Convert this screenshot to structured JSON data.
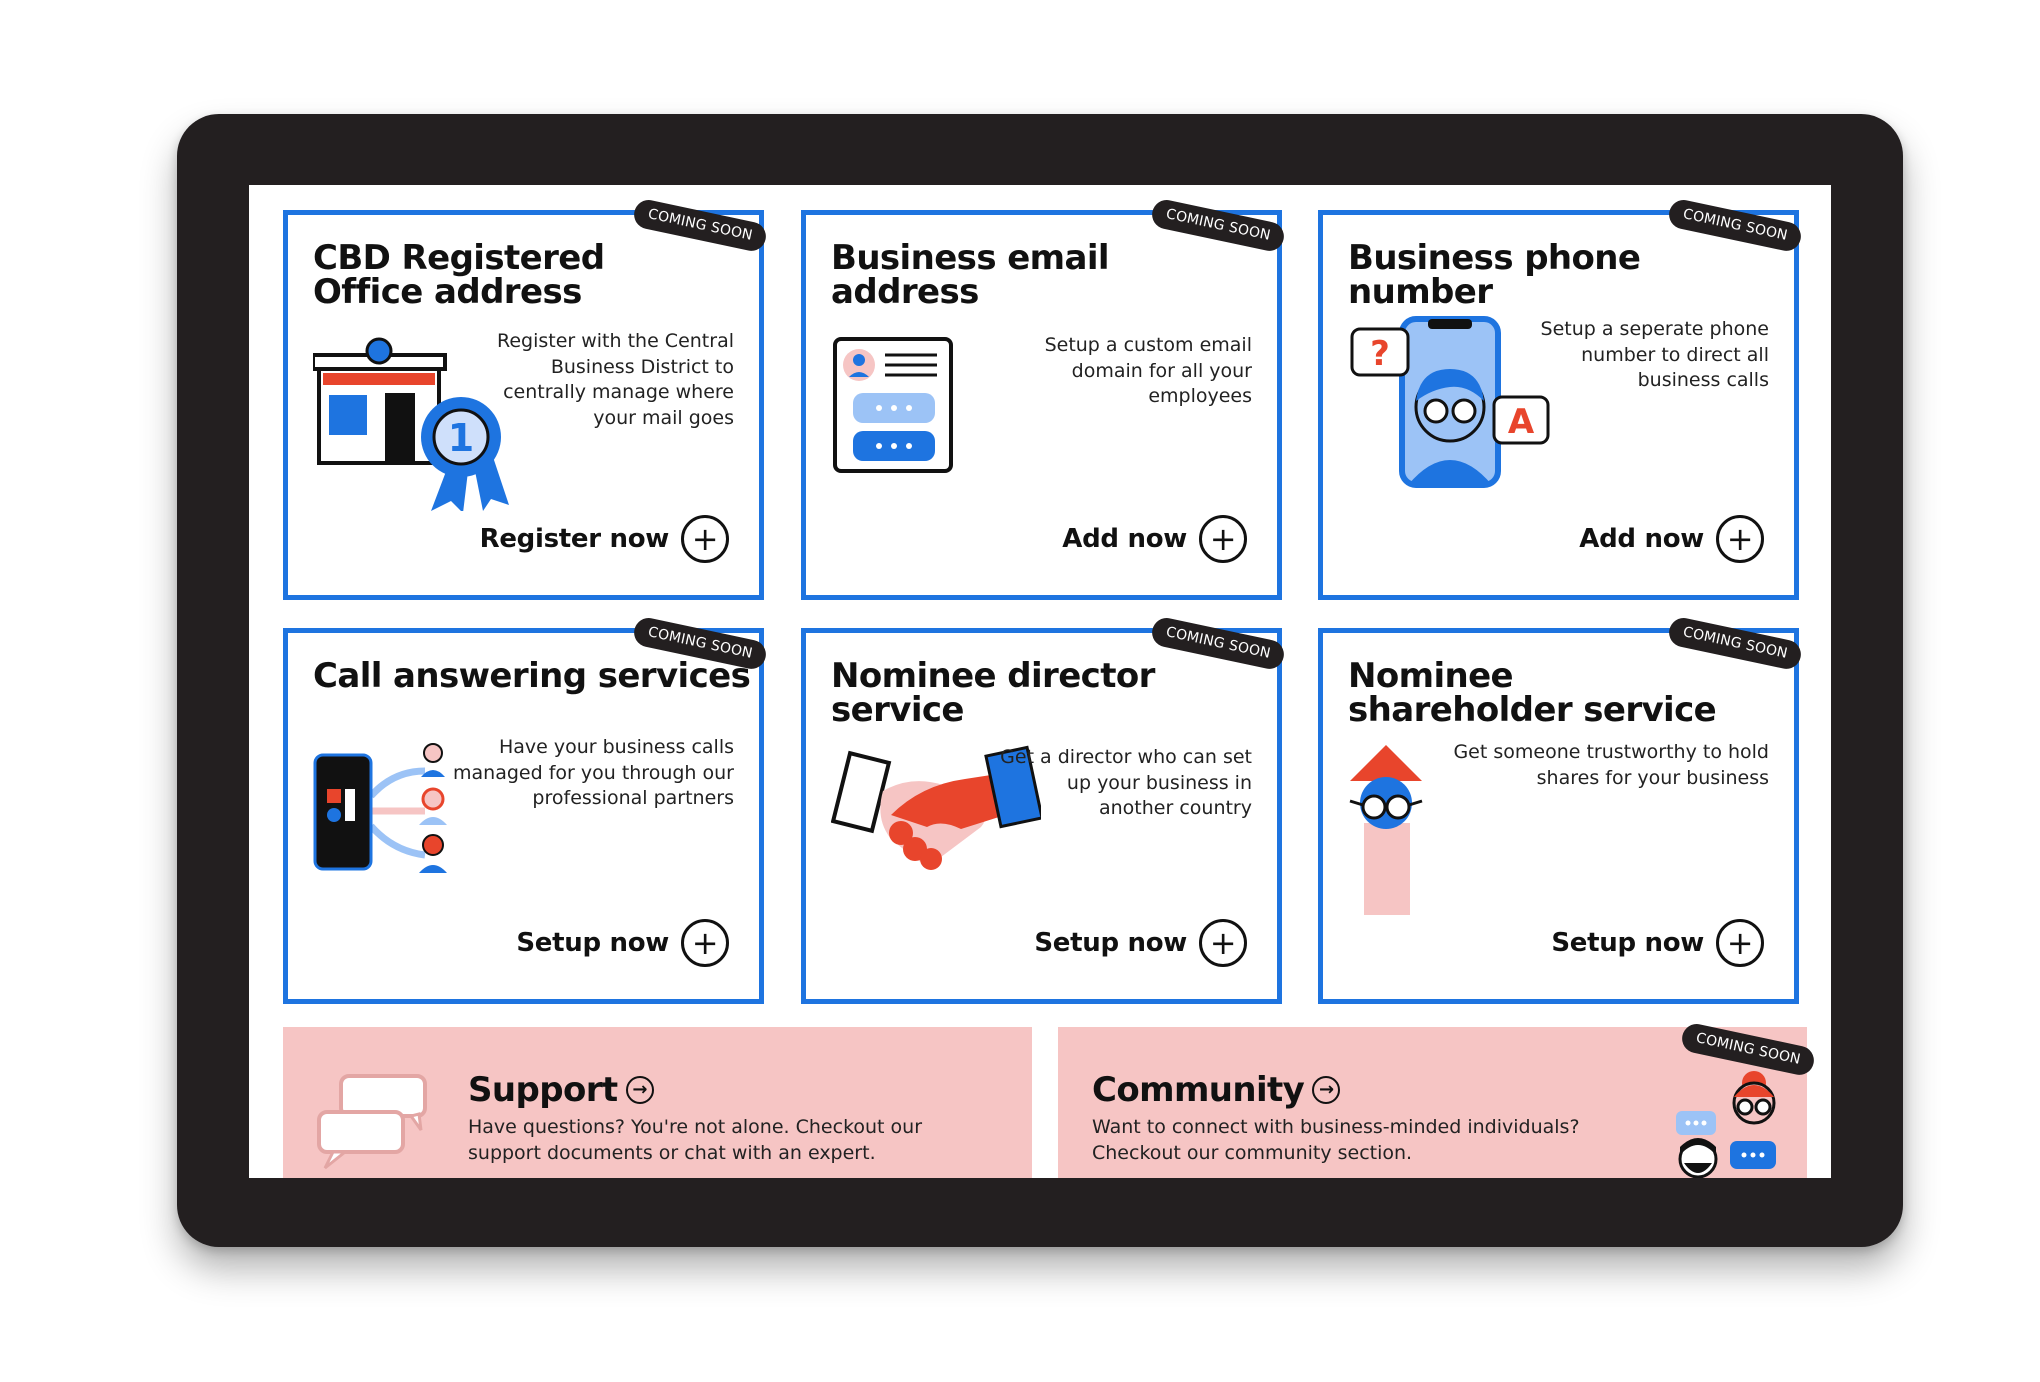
{
  "badge_label": "COMING SOON",
  "colors": {
    "blue": "#1e74e0",
    "red": "#e8452c",
    "pink": "#f6c5c4",
    "frame": "#231f20"
  },
  "cards": [
    {
      "title": "CBD Registered Office address",
      "description": "Register with the Central Business District to centrally manage where your mail goes",
      "cta": "Register now",
      "icon": "storefront-ribbon-icon"
    },
    {
      "title": "Business email address",
      "description": "Setup a custom email domain for all your employees",
      "cta": "Add now",
      "icon": "email-card-icon"
    },
    {
      "title": "Business phone number",
      "description": "Setup a seperate phone number to direct all business calls",
      "cta": "Add now",
      "icon": "phone-avatar-icon"
    },
    {
      "title": "Call answering services",
      "description": "Have your business calls managed for you through our professional partners",
      "cta": "Setup now",
      "icon": "call-routing-icon"
    },
    {
      "title": "Nominee director service",
      "description": "Get a director who can set up your business in another country",
      "cta": "Setup now",
      "icon": "handshake-icon"
    },
    {
      "title": "Nominee shareholder service",
      "description": "Get someone trustworthy to hold shares for your business",
      "cta": "Setup now",
      "icon": "shareholder-arrow-icon"
    }
  ],
  "promos": [
    {
      "title": "Support",
      "description": "Have questions? You're not alone. Checkout our support documents or chat with an expert.",
      "icon": "chat-bubbles-icon"
    },
    {
      "title": "Community",
      "description": "Want to connect with business-minded individuals? Checkout our community section.",
      "icon": "community-people-icon"
    }
  ]
}
